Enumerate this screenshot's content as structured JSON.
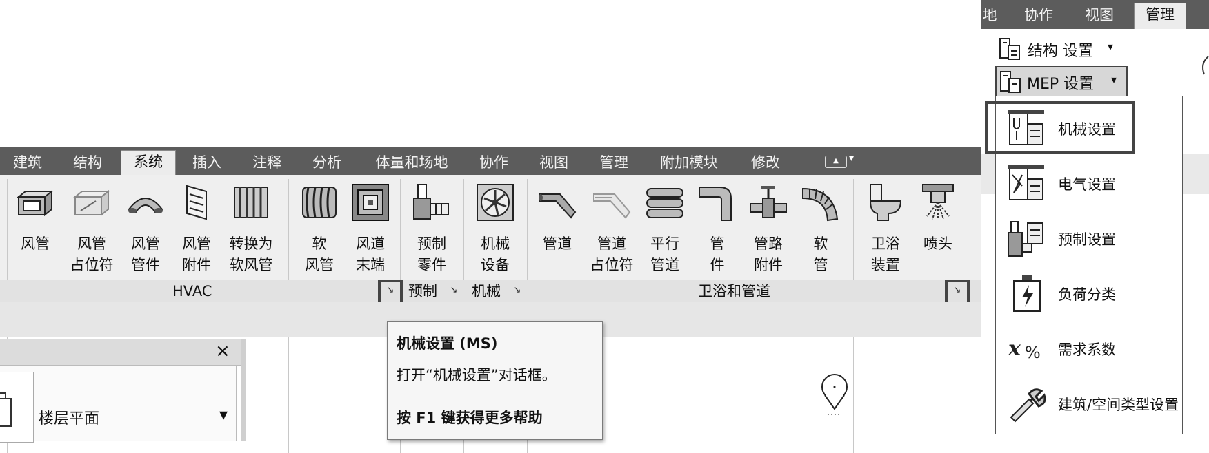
{
  "ribbon": {
    "tabs": [
      "建筑",
      "结构",
      "系统",
      "插入",
      "注释",
      "分析",
      "体量和场地",
      "协作",
      "视图",
      "管理",
      "附加模块",
      "修改"
    ],
    "active_tab": "系统",
    "panels": {
      "hvac": "HVAC",
      "fabrication": "预制",
      "mechanical": "机械",
      "plumbing": "卫浴和管道"
    },
    "tools": {
      "duct": [
        "风管"
      ],
      "duct_placeholder": [
        "风管",
        "占位符"
      ],
      "duct_fitting": [
        "风管",
        "管件"
      ],
      "duct_accessory": [
        "风管",
        "附件"
      ],
      "convert_flex_duct": [
        "转换为",
        "软风管"
      ],
      "flex_duct": [
        "软",
        "风管"
      ],
      "air_terminal": [
        "风道",
        "末端"
      ],
      "fabrication_part": [
        "预制",
        "零件"
      ],
      "mechanical_equipment": [
        "机械",
        "设备"
      ],
      "pipe": [
        "管道"
      ],
      "pipe_placeholder": [
        "管道",
        "占位符"
      ],
      "parallel_pipes": [
        "平行",
        "管道"
      ],
      "pipe_fitting": [
        "管",
        "件"
      ],
      "pipe_accessory": [
        "管路",
        "附件"
      ],
      "flex_pipe": [
        "软",
        "管"
      ],
      "plumbing_fixture": [
        "卫浴",
        "装置"
      ],
      "sprinkler": [
        "喷头"
      ]
    },
    "launcher_glyph": "↘"
  },
  "tooltip": {
    "title": "机械设置 (MS)",
    "description": "打开“机械设置”对话框。",
    "help": "按 F1 键获得更多帮助"
  },
  "browser": {
    "close": "×",
    "view_type": "楼层平面",
    "dropdown_arrow": "▾"
  },
  "manage": {
    "tabs": [
      "地",
      "协作",
      "视图",
      "管理"
    ],
    "active_tab": "管理",
    "structural_settings": "结构 设置",
    "mep_settings": "MEP 设置",
    "dropdown_arrow": "▾",
    "dropdown_items": [
      {
        "label": "机械设置",
        "icon": "mechanical-settings-icon"
      },
      {
        "label": "电气设置",
        "icon": "electrical-settings-icon"
      },
      {
        "label": "预制设置",
        "icon": "fabrication-settings-icon"
      },
      {
        "label": "负荷分类",
        "icon": "load-classification-icon"
      },
      {
        "label": "需求系数",
        "icon": "demand-factor-icon"
      },
      {
        "label": "建筑/空间类型设置",
        "icon": "building-space-type-icon"
      }
    ]
  }
}
